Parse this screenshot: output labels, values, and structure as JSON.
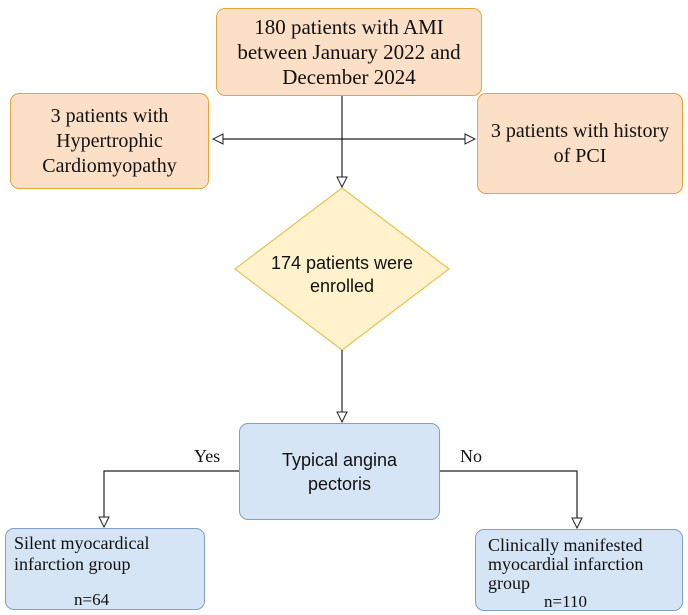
{
  "top_box": {
    "lines": [
      "180 patients with  AMI",
      "between January 2022 and",
      "December 2024"
    ]
  },
  "left_box": {
    "lines": [
      "3 patients with",
      "Hypertrophic",
      "Cardiomyopathy"
    ]
  },
  "right_box": {
    "lines": [
      "3 patients with history",
      "of PCI"
    ]
  },
  "diamond": {
    "lines": [
      "174 patients  were",
      "enrolled"
    ]
  },
  "decision_box": {
    "lines": [
      "Typical angina",
      "pectoris"
    ]
  },
  "edges": {
    "yes_label": "Yes",
    "no_label": "No"
  },
  "silent_box": {
    "lines": [
      "Silent myocardical",
      "infarction group"
    ],
    "n": "n=64"
  },
  "clinical_box": {
    "lines": [
      "Clinically manifested",
      "myocardial infarction",
      "group"
    ],
    "n": "n=110"
  },
  "colors": {
    "orange_fill": "#fbdfc6",
    "orange_border": "#e2a63a",
    "diamond_fill": "#fff2cc",
    "diamond_border": "#e6c75a",
    "blue_fill": "#d6e5f6",
    "blue_border": "#7f9fc4",
    "line": "#222222"
  }
}
